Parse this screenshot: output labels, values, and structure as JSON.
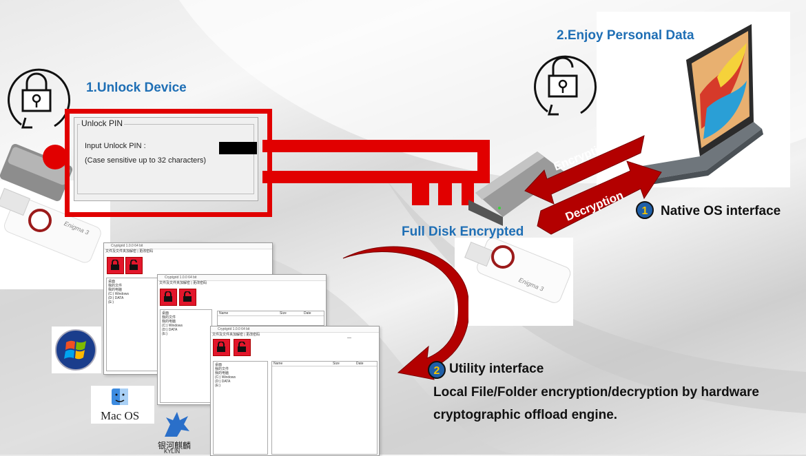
{
  "steps": {
    "unlock_title": "1.Unlock Device",
    "enjoy_title": "2.Enjoy Personal Data",
    "full_disk_label": "Full Disk Encrypted"
  },
  "pin_dialog": {
    "legend": "Unlock PIN",
    "input_label": "Input Unlock PIN :",
    "hint": "(Case sensitive up to 32 characters)"
  },
  "arrows": {
    "encryption": "Encryption",
    "decryption": "Decryption"
  },
  "native": {
    "number": "1",
    "label": "Native OS interface"
  },
  "utility": {
    "number": "2",
    "label": "Utility interface",
    "desc_line1": "Local File/Folder encryption/decryption by hardware",
    "desc_line2": "cryptographic offload engine."
  },
  "utility_window": {
    "title": "Cryptgrid 1.0.0 64 bit",
    "tab1": "文件及文件夹加解密",
    "tab2": "更改密码",
    "tree_items": [
      "桌面",
      "我的文件",
      "我的电脑",
      "(C:) Windows",
      "(D:) DATA",
      "(E:)"
    ],
    "col_name": "Name",
    "col_size": "Size",
    "col_date": "Date",
    "minimize": "—"
  },
  "os_logos": {
    "mac_label": "Mac OS",
    "kylin_cn": "银河麒麟",
    "kylin_en": "KYLIN"
  },
  "usb": {
    "brand": "Enigma 3"
  },
  "colors": {
    "accent_blue": "#1f6fb5",
    "key_red": "#e10000",
    "arrow_red": "#b30000",
    "lock_red": "#e2162b"
  }
}
